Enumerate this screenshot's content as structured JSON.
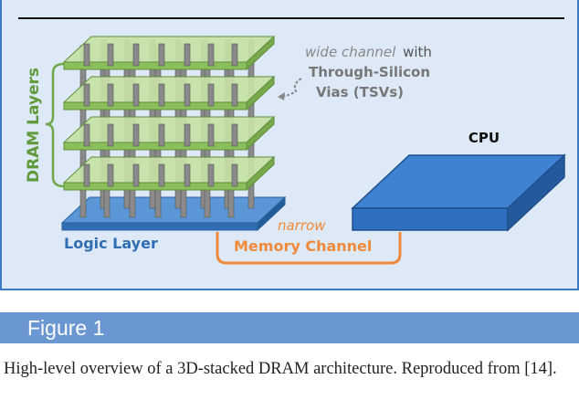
{
  "figure": {
    "dram_label": "DRAM Layers",
    "wide_channel_italic": "wide channel",
    "wide_channel_with": "with",
    "tsv_line1": "Through-Silicon",
    "tsv_line2": "Vias (TSVs)",
    "cpu_label": "CPU",
    "narrow_label": "narrow",
    "memory_channel_label": "Memory Channel",
    "logic_layer_label": "Logic Layer",
    "colors": {
      "dram_green_top": "#c5e1a5",
      "dram_green_side": "#8bbf5c",
      "dram_text": "#5f9b3a",
      "logic_blue": "#3b7dc4",
      "cpu_top": "#3d7fd1",
      "orange": "#f08a3a",
      "tsv_gray": "#8a8a8a",
      "frame_bg": "#dde9f6"
    }
  },
  "figure_bar": {
    "label": "Figure 1"
  },
  "caption": "High-level overview of a 3D-stacked DRAM architecture. Reproduced from [14]."
}
